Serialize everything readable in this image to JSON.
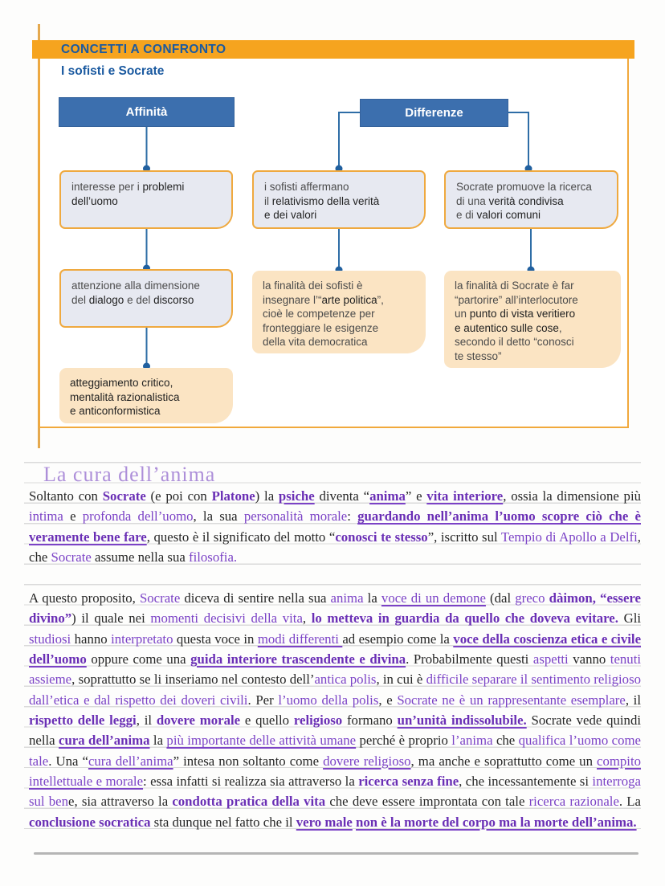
{
  "colors": {
    "accent_orange": "#f6a41f",
    "header_blue": "#1b5aa0",
    "box_blue": "#3c6fae",
    "connector_blue": "#2e6da6",
    "annotation_purple": "#7b42c6",
    "title_purple": "#ad8fd9"
  },
  "diagram": {
    "header": "CONCETTI A CONFRONTO",
    "subtitle": "I sofisti e Socrate",
    "columns": {
      "affinita": "Affinità",
      "differenze": "Differenze"
    },
    "boxes": {
      "affinity1": [
        {
          "t": "interesse per i "
        },
        {
          "t": "problemi\ndell’uomo",
          "s": "b"
        }
      ],
      "affinity2": [
        {
          "t": "attenzione alla dimensione\ndel "
        },
        {
          "t": "dialogo",
          "s": "b"
        },
        {
          "t": " e del "
        },
        {
          "t": "discorso",
          "s": "b"
        }
      ],
      "affinity3": [
        {
          "t": "atteggiamento critico,\nmentalità razionalistica\ne anticonformistica",
          "s": "b"
        }
      ],
      "diff_sofisti1": [
        {
          "t": "i sofisti affermano\nil "
        },
        {
          "t": "relativismo della verità\ne dei valori",
          "s": "b"
        }
      ],
      "diff_socrate1": [
        {
          "t": "Socrate promuove la ricerca\ndi una "
        },
        {
          "t": "verità condivisa",
          "s": "b"
        },
        {
          "t": "\ne di "
        },
        {
          "t": "valori comuni",
          "s": "b"
        }
      ],
      "diff_sofisti2": [
        {
          "t": "la finalità dei sofisti è\ninsegnare l’“"
        },
        {
          "t": "arte politica",
          "s": "b"
        },
        {
          "t": "”,\ncioè le competenze per\nfronteggiare le esigenze\ndella vita democratica"
        }
      ],
      "diff_socrate2": [
        {
          "t": "la finalità di Socrate è far\n“partorire” all’interlocutore\nun "
        },
        {
          "t": "punto di vista veritiero\ne autentico sulle cose",
          "s": "b"
        },
        {
          "t": ",\nsecondo il detto “conosci\nte stesso”"
        }
      ]
    }
  },
  "notes": {
    "title": "La cura dell’anima",
    "paragraphs": [
      [
        {
          "t": "Soltanto con "
        },
        {
          "t": "Socrate",
          "s": "pb"
        },
        {
          "t": " (e poi con "
        },
        {
          "t": "Platone",
          "s": "pb"
        },
        {
          "t": ") la "
        },
        {
          "t": "psiche",
          "s": "pbu"
        },
        {
          "t": " diventa “"
        },
        {
          "t": "anima",
          "s": "pbu"
        },
        {
          "t": "” e "
        },
        {
          "t": "vita interiore",
          "s": "pbu"
        },
        {
          "t": ", ossia la dimensione più "
        },
        {
          "t": "intima",
          "s": "p"
        },
        {
          "t": " e "
        },
        {
          "t": "profonda dell’uomo",
          "s": "p"
        },
        {
          "t": ", la sua "
        },
        {
          "t": "personalità morale",
          "s": "p"
        },
        {
          "t": ": "
        },
        {
          "t": "guardando nell’anima l’uomo scopre ciò che è veramente bene fare",
          "s": "pbu"
        },
        {
          "t": ", questo è il significato del motto “"
        },
        {
          "t": "conosci te stesso",
          "s": "pb"
        },
        {
          "t": "”, iscritto sul "
        },
        {
          "t": "Tempio di Apollo a Delfi",
          "s": "p"
        },
        {
          "t": ", che "
        },
        {
          "t": "Socrate",
          "s": "p"
        },
        {
          "t": " assume nella sua "
        },
        {
          "t": "filosofia.",
          "s": "p"
        }
      ],
      [
        {
          "t": "A questo proposito, "
        },
        {
          "t": "Socrate",
          "s": "p"
        },
        {
          "t": " diceva di sentire nella sua "
        },
        {
          "t": "anima",
          "s": "p"
        },
        {
          "t": " la "
        },
        {
          "t": "voce di un demone",
          "s": "pu"
        },
        {
          "t": " (dal "
        },
        {
          "t": "greco",
          "s": "p"
        },
        {
          "t": " "
        },
        {
          "t": "dàimon, “essere divino”",
          "s": "pb"
        },
        {
          "t": ") il quale nei "
        },
        {
          "t": "momenti decisivi della vita",
          "s": "p"
        },
        {
          "t": ", "
        },
        {
          "t": "lo metteva in guardia da quello che doveva evitare.",
          "s": "pb"
        },
        {
          "t": " Gli "
        },
        {
          "t": "studiosi",
          "s": "p"
        },
        {
          "t": " hanno "
        },
        {
          "t": "interpretato",
          "s": "p"
        },
        {
          "t": " questa voce in "
        },
        {
          "t": "modi differenti ",
          "s": "pu"
        },
        {
          "t": "ad esempio come la "
        },
        {
          "t": "voce della coscienza etica e civile dell’uomo",
          "s": "pbu"
        },
        {
          "t": " oppure come una "
        },
        {
          "t": "guida interiore trascendente e divina",
          "s": "pbu"
        },
        {
          "t": ". Probabilmente questi "
        },
        {
          "t": "aspetti",
          "s": "p"
        },
        {
          "t": " vanno "
        },
        {
          "t": "tenuti assieme",
          "s": "p"
        },
        {
          "t": ", soprattutto se li inseriamo nel contesto dell’"
        },
        {
          "t": "antica polis",
          "s": "p"
        },
        {
          "t": ", in cui è "
        },
        {
          "t": "difficile separare il sentimento religioso dall’etica e dal rispetto dei doveri civili",
          "s": "p"
        },
        {
          "t": ". Per "
        },
        {
          "t": "l’uomo della polis",
          "s": "p"
        },
        {
          "t": ", e "
        },
        {
          "t": "Socrate ne è un rappresentante esemplare",
          "s": "p"
        },
        {
          "t": ", il "
        },
        {
          "t": "rispetto delle leggi",
          "s": "pb"
        },
        {
          "t": ", il "
        },
        {
          "t": "dovere morale",
          "s": "pb"
        },
        {
          "t": " e quello "
        },
        {
          "t": "religioso",
          "s": "pb"
        },
        {
          "t": " formano "
        },
        {
          "t": "un’unità indissolubile.",
          "s": "pbu"
        },
        {
          "t": " Socrate vede quindi nella "
        },
        {
          "t": "cura dell’anima",
          "s": "pbu"
        },
        {
          "t": " la "
        },
        {
          "t": "più importante delle attività umane",
          "s": "pu"
        },
        {
          "t": " perché è proprio "
        },
        {
          "t": "l’anima",
          "s": "p"
        },
        {
          "t": " che "
        },
        {
          "t": "qualifica l’uomo come tale",
          "s": "p"
        },
        {
          "t": ". Una “"
        },
        {
          "t": "cura dell’anima",
          "s": "pu"
        },
        {
          "t": "” intesa non soltanto come "
        },
        {
          "t": "dovere religioso",
          "s": "pu"
        },
        {
          "t": ", ma anche e soprattutto come un "
        },
        {
          "t": "compito intellettuale e morale",
          "s": "pu"
        },
        {
          "t": ": essa infatti si realizza sia attraverso la "
        },
        {
          "t": "ricerca senza fine",
          "s": "pb"
        },
        {
          "t": ", che incessantemente si "
        },
        {
          "t": "interroga sul ben",
          "s": "p"
        },
        {
          "t": "e, sia attraverso la "
        },
        {
          "t": "condotta pratica della vita",
          "s": "pb"
        },
        {
          "t": " che deve essere improntata con tale "
        },
        {
          "t": "ricerca razionale",
          "s": "p"
        },
        {
          "t": ". La "
        },
        {
          "t": "conclusione socratica",
          "s": "pb"
        },
        {
          "t": " sta dunque nel fatto che il "
        },
        {
          "t": "vero male",
          "s": "pbu"
        },
        {
          "t": " "
        },
        {
          "t": "non è la morte del corpo ma la morte dell’anima.",
          "s": "pbu"
        }
      ]
    ]
  }
}
